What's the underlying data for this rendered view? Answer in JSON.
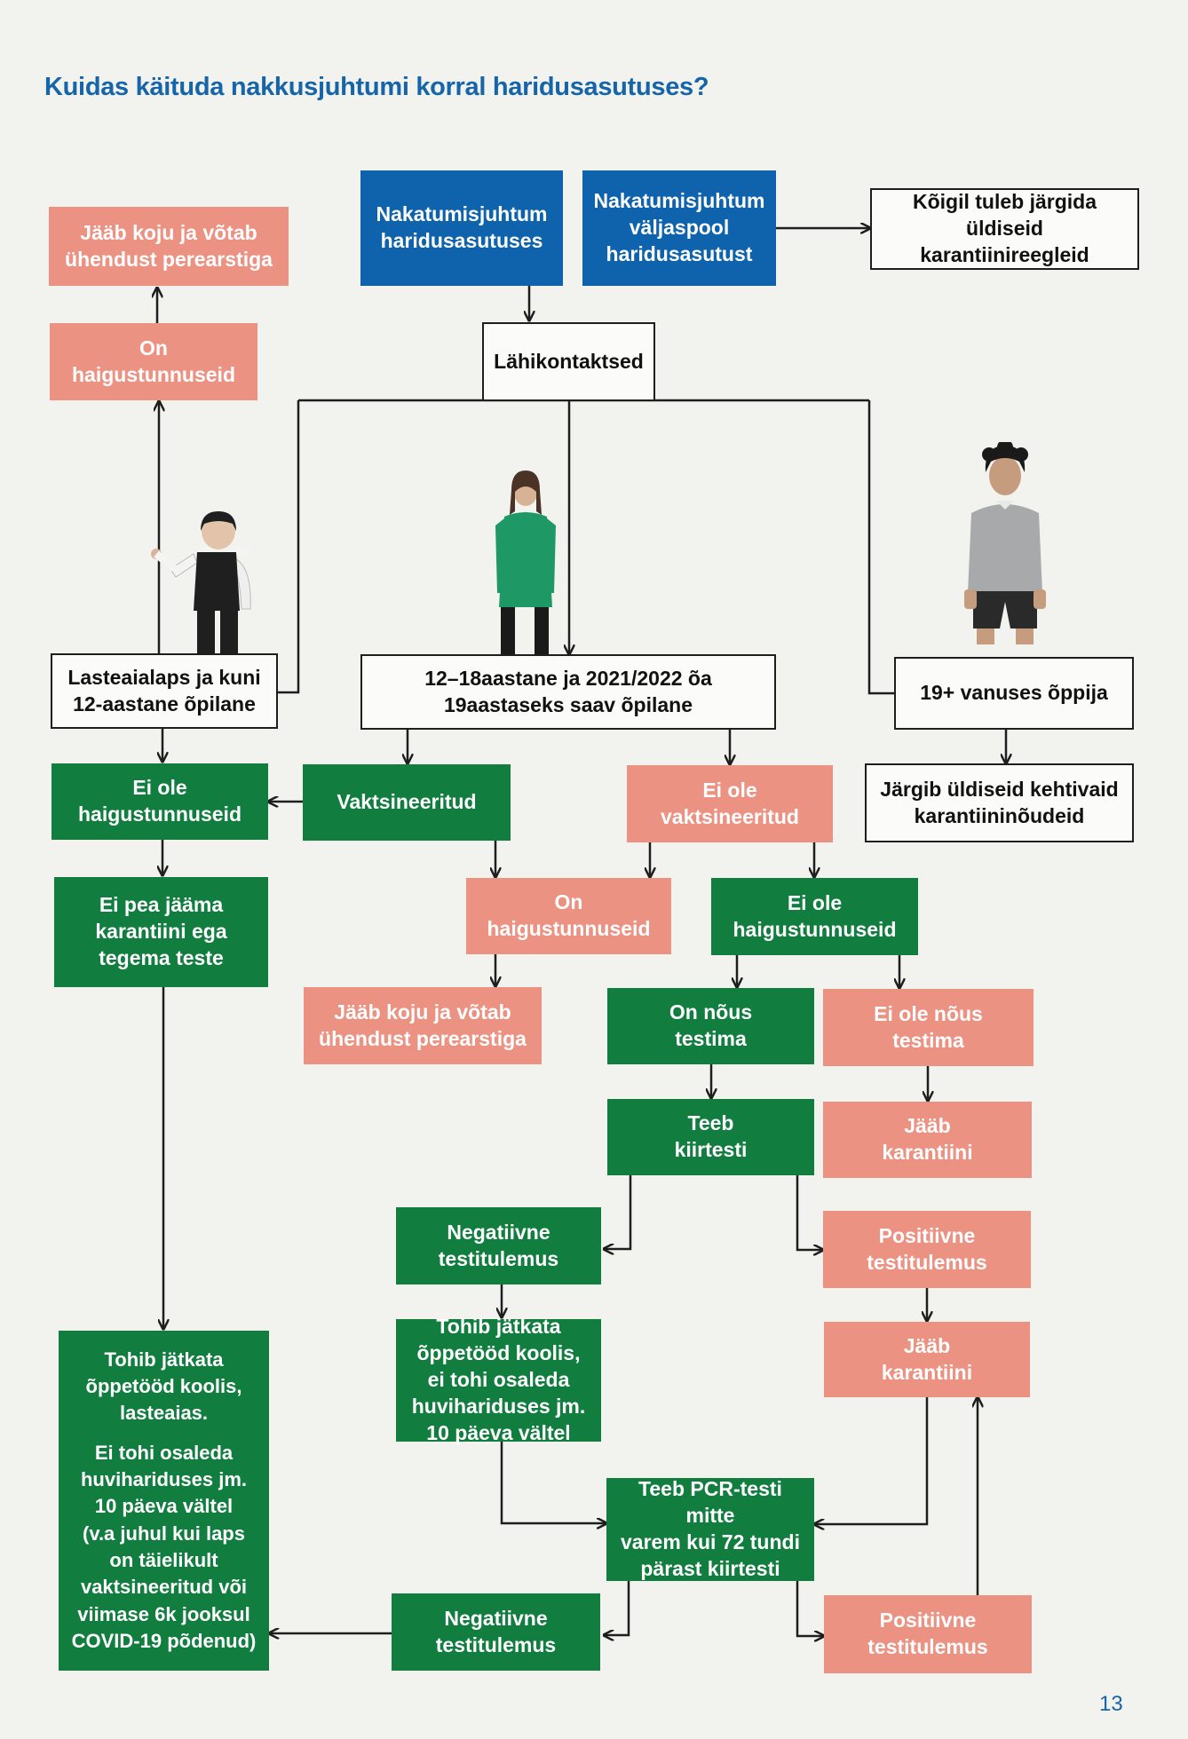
{
  "title": "Kuidas käituda nakkusjuhtumi korral haridusasutuses?",
  "page_number": "13",
  "colors": {
    "blue": "#0f63ad",
    "green": "#117e3f",
    "salmon": "#ec9282",
    "title": "#1565a8"
  },
  "boxes": {
    "case_in_school": "Nakatumisjuhtum\nharidusasutuses",
    "case_outside_school": "Nakatumisjuhtum\nväljaspool\nharidusasutust",
    "general_quarantine_rules": "Kõigil tuleb järgida\nüldiseid karantiinireegleid",
    "close_contacts": "Lähikontaktsed",
    "stays_home_top": "Jääb koju ja võtab\nühendust perearstiga",
    "has_symptoms_top": "On haigustunnuseid",
    "kindergarten_child": "Lasteaialaps ja kuni\n12-aastane õpilane",
    "student_12_18": "12–18aastane ja 2021/2022 õa\n19aastaseks saav õpilane",
    "adult_learner": "19+ vanuses õppija",
    "follows_general_rules": "Järgib üldiseid kehtivaid\nkarantiininõudeid",
    "no_symptoms_left": "Ei ole\nhaigustunnuseid",
    "vaccinated": "Vaktsineeritud",
    "not_vaccinated": "Ei ole\nvaktsineeritud",
    "no_quarantine_no_tests": "Ei pea jääma\nkarantiini ega\ntegema teste",
    "has_symptoms_mid": "On haigustunnuseid",
    "no_symptoms_mid": "Ei ole\nhaigustunnuseid",
    "stays_home_mid": "Jääb koju ja võtab\nühendust perearstiga",
    "agrees_to_test": "On nõus\ntestima",
    "refuses_test": "Ei ole nõus\ntestima",
    "rapid_test": "Teeb\nkiirtesti",
    "quarantine_1": "Jääb\nkarantiini",
    "negative_1": "Negatiivne\ntestitulemus",
    "positive_1": "Positiivne\ntestitulemus",
    "quarantine_2": "Jääb\nkarantiini",
    "may_continue_mid": "Tohib jätkata\nõppetööd koolis,\nei tohi osaleda\nhuvihariduses jm.\n10 päeva vältel",
    "may_continue_left_p1": "Tohib jätkata\nõppetööd koolis,\nlasteaias.",
    "may_continue_left_p2": "Ei tohi osaleda\nhuvihariduses jm.\n10 päeva vältel\n(v.a juhul kui laps\non täielikult\nvaktsineeritud või\nviimase 6k jooksul\nCOVID-19 põdenud)",
    "pcr_test": "Teeb PCR-testi mitte\nvarem kui 72 tundi\npärast kiirtesti",
    "negative_2": "Negatiivne\ntestitulemus",
    "positive_2": "Positiivne\ntestitulemus"
  }
}
